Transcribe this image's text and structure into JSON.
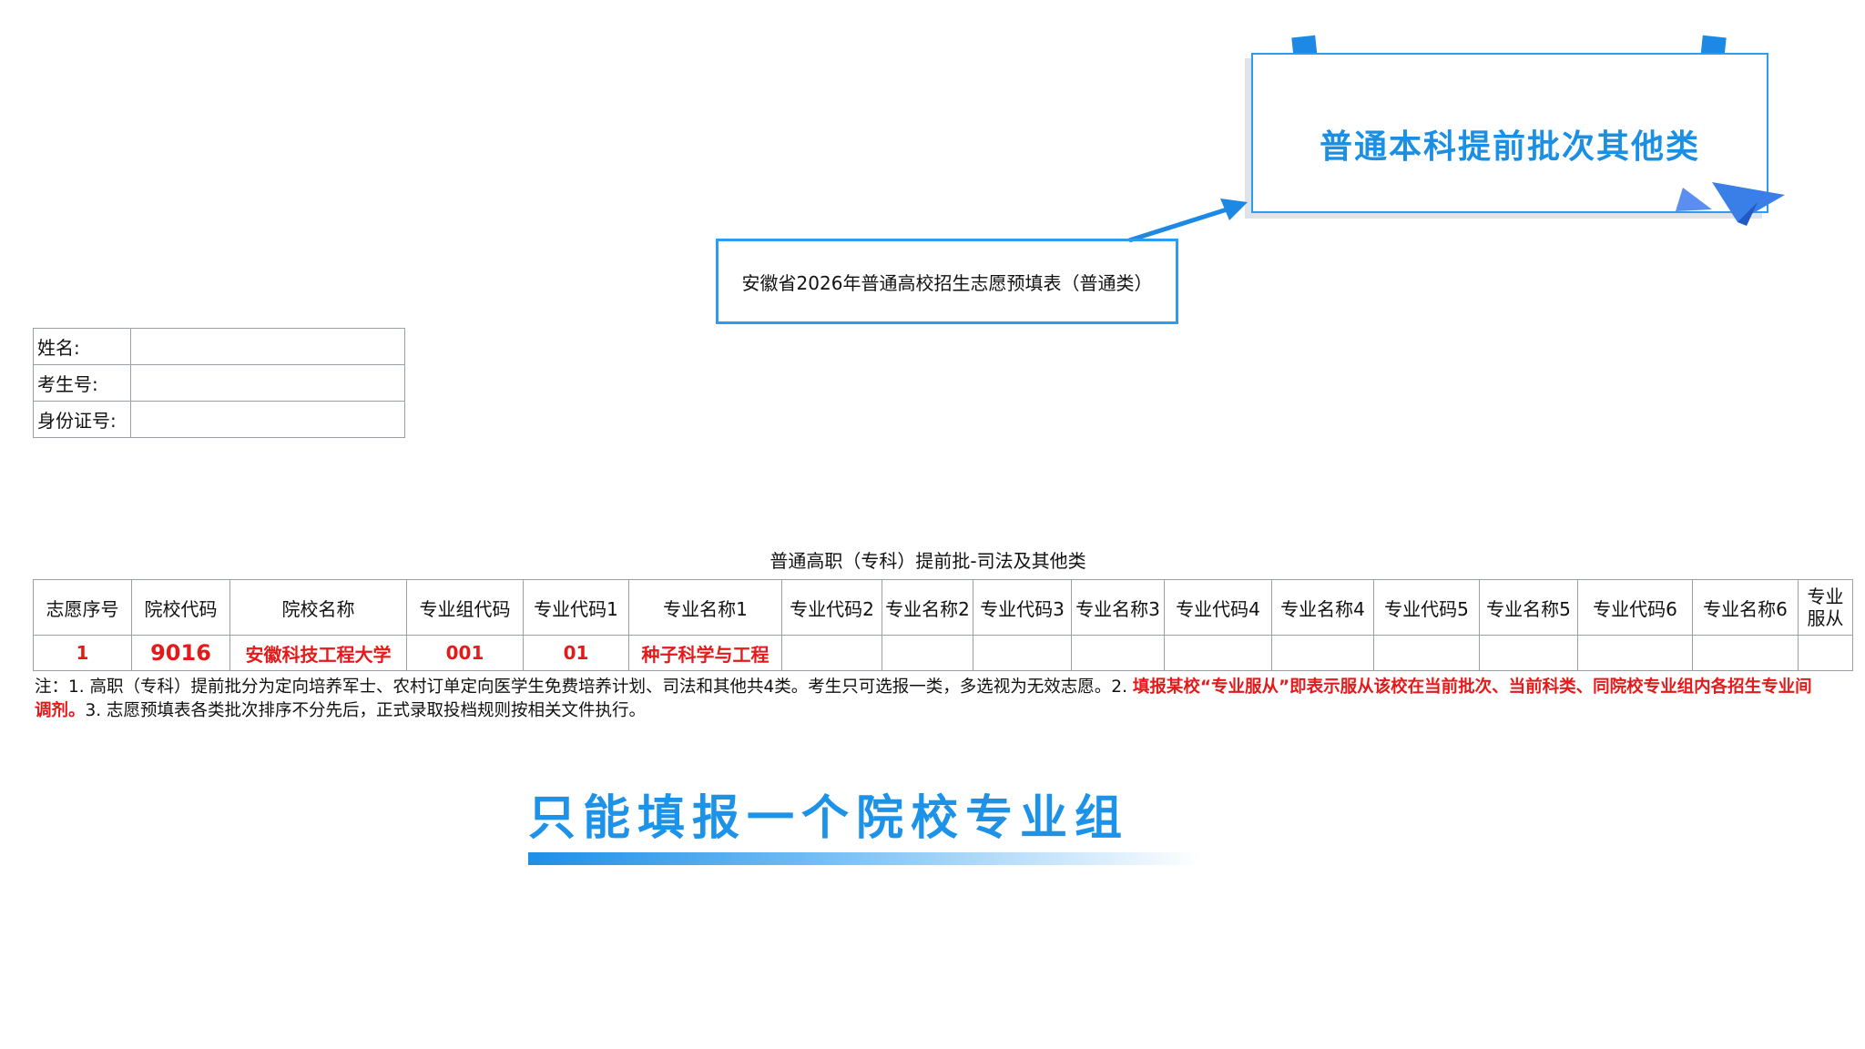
{
  "callout": {
    "title": "普通本科提前批次其他类"
  },
  "form": {
    "title": "安徽省2026年普通高校招生志愿预填表（普通类）"
  },
  "personal_info": [
    {
      "label": "姓名:",
      "value": ""
    },
    {
      "label": "考生号:",
      "value": ""
    },
    {
      "label": "身份证号:",
      "value": ""
    }
  ],
  "section": {
    "caption": "普通高职（专科）提前批-司法及其他类"
  },
  "table": {
    "headers": [
      "志愿序号",
      "院校代码",
      "院校名称",
      "专业组代码",
      "专业代码1",
      "专业名称1",
      "专业代码2",
      "专业名称2",
      "专业代码3",
      "专业名称3",
      "专业代码4",
      "专业名称4",
      "专业代码5",
      "专业名称5",
      "专业代码6",
      "专业名称6",
      "专业服从"
    ],
    "rows": [
      [
        "1",
        "9016",
        "安徽科技工程大学",
        "001",
        "01",
        "种子科学与工程",
        "",
        "",
        "",
        "",
        "",
        "",
        "",
        "",
        "",
        "",
        ""
      ]
    ]
  },
  "notes": {
    "part1": "注：1. 高职（专科）提前批分为定向培养军士、农村订单定向医学生免费培养计划、司法和其他共4类。考生只可选报一类，多选视为无效志愿。2. ",
    "part2_red": "填报某校“专业服从”即表示服从该校在当前批次、当前科类、同院校专业组内各招生专业间调剂。",
    "part3": "3. 志愿预填表各类批次排序不分先后，正式录取投档规则按相关文件执行。"
  },
  "banner": {
    "text": "只能填报一个院校专业组"
  },
  "colors": {
    "accent_blue": "#1c93e8",
    "emphasis_red": "#e41a1a"
  }
}
